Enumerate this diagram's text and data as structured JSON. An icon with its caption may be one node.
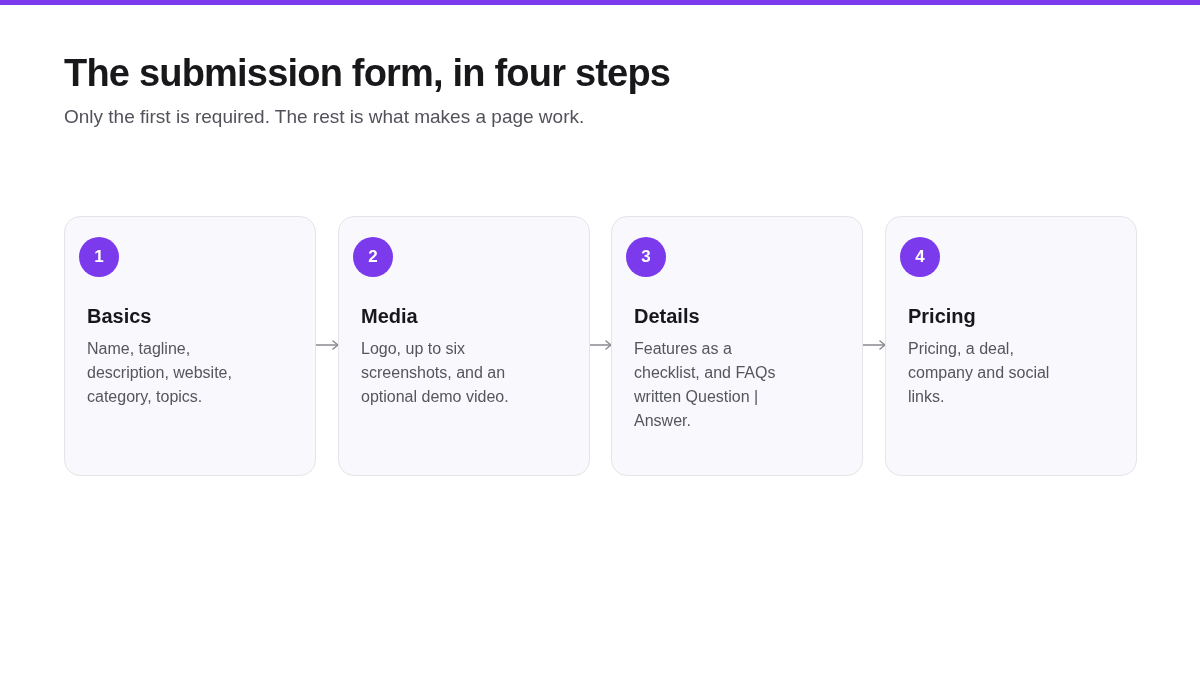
{
  "diagram": {
    "title": "The submission form, in four steps",
    "nodes": [
      {
        "text": [
          "1",
          "Basics",
          "Name, tagline, description, website, category, topics."
        ]
      },
      {
        "text": [
          "2",
          "Media",
          "Logo, up to six screenshots, and an optional demo video."
        ]
      },
      {
        "text": [
          "3",
          "Details",
          "Features as a checklist, and FAQs written Question | Answer."
        ]
      },
      {
        "text": [
          "4",
          "Pricing",
          "Pricing, a deal, company and social links."
        ]
      }
    ],
    "edges": [
      {
        "from": 0,
        "to": 1,
        "arrow": "to"
      },
      {
        "from": 1,
        "to": 2,
        "arrow": "to"
      },
      {
        "from": 2,
        "to": 3,
        "arrow": "to"
      }
    ],
    "labels": [
      "Only the first is required. The rest is what makes a page work."
    ]
  }
}
